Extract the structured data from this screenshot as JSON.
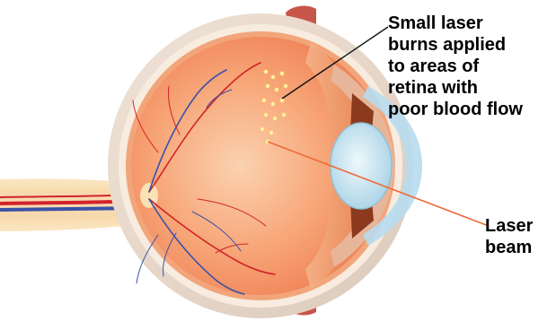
{
  "labels": {
    "laser_burns": "Small laser\nburns applied\nto areas of\nretina with\npoor blood flow",
    "laser_beam": "Laser\nbeam"
  },
  "colors": {
    "sclera_outer": "#e9d8c8",
    "sclera_inner": "#f7ecdf",
    "choroid": "#f2a57a",
    "retina_fill": "#f58a5c",
    "retina_light": "#f9c39d",
    "vitreous_band": "#ee9a6a",
    "artery": "#d2232a",
    "vein": "#3a52a8",
    "optic_nerve": "#f6d5a3",
    "lens": "#cfe7f2",
    "cornea": "#b7dcef",
    "iris": "#8b3a1e",
    "muscle": "#c8554a",
    "laser_spot": "#fff2a8",
    "laser_beam": "#f06a3a",
    "leader_line": "#111111"
  },
  "icons": [
    "eye-cross-section-illustration"
  ]
}
